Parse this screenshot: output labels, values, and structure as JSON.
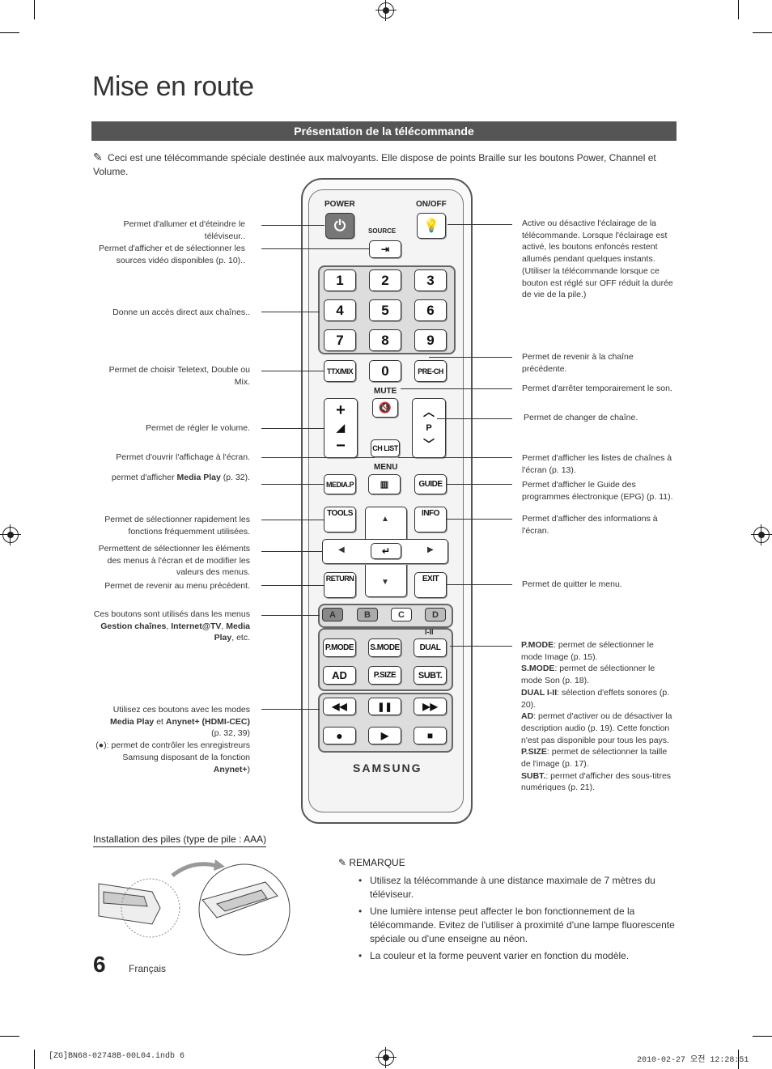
{
  "page": {
    "title": "Mise en route",
    "section_title": "Présentation de la télécommande",
    "intro": "Ceci est une télécommande spéciale destinée aux malvoyants. Elle dispose de points Braille sur les boutons Power, Channel et Volume.",
    "page_number": "6",
    "language": "Français",
    "footer_left": "[ZG]BN68-02748B-00L04.indb   6",
    "footer_right": "2010-02-27   오전 12:28:51"
  },
  "remote": {
    "power": "POWER",
    "onoff": "ON/OFF",
    "source": "SOURCE",
    "numbers": [
      "1",
      "2",
      "3",
      "4",
      "5",
      "6",
      "7",
      "8",
      "9",
      "0"
    ],
    "ttx": "TTX/MIX",
    "prech": "PRE-CH",
    "mute": "MUTE",
    "p": "P",
    "chlist": "CH LIST",
    "menu": "MENU",
    "mediap": "MEDIA.P",
    "guide": "GUIDE",
    "tools": "TOOLS",
    "info": "INFO",
    "return": "RETURN",
    "exit": "EXIT",
    "colors": [
      "A",
      "B",
      "C",
      "D"
    ],
    "dual_symbol": "I-II",
    "pmode": "P.MODE",
    "smode": "S.MODE",
    "dual": "DUAL",
    "ad": "AD",
    "psize": "P.SIZE",
    "subt": "SUBT.",
    "brand": "SAMSUNG"
  },
  "left_labels": {
    "power": "Permet d'allumer et d'éteindre le téléviseur..",
    "source": "Permet d'afficher et de sélectionner les sources vidéo disponibles (p. 10)..",
    "numbers": "Donne un accès direct aux chaînes..",
    "ttx": "Permet de choisir Teletext, Double ou Mix.",
    "volume": "Permet de régler le volume.",
    "menu": "Permet d'ouvrir l'affichage à l'écran.",
    "mediap_pre": "permet d'afficher ",
    "mediap_bold": "Media Play",
    "mediap_post": " (p. 32).",
    "tools": "Permet de sélectionner rapidement les fonctions fréquemment utilisées.",
    "nav": "Permettent de sélectionner les éléments des menus à l'écran et de modifier les valeurs des menus.",
    "return": "Permet de revenir au menu précédent.",
    "colors_pre": "Ces boutons sont utilisés dans les menus ",
    "colors_b1": "Gestion chaînes",
    "colors_b2": "Internet@TV",
    "colors_b3": "Media Play",
    "colors_post": ", etc.",
    "playback_1": "Utilisez ces boutons avec les modes",
    "playback_b1": "Media Play",
    "playback_mid": " et ",
    "playback_b2": "Anynet+ (HDMI-CEC)",
    "playback_2": "(p. 32, 39)",
    "playback_3": ": permet de contrôler les enregistreurs Samsung disposant de la fonction ",
    "playback_b3": "Anynet+"
  },
  "right_labels": {
    "onoff": "Active ou désactive l'éclairage de la télécommande. Lorsque l'éclairage est activé, les boutons enfoncés restent allumés pendant quelques instants. (Utiliser la télécommande lorsque ce bouton est réglé sur OFF réduit la durée de vie de la pile.)",
    "prech": "Permet de revenir à la chaîne précédente.",
    "mute": "Permet d'arrêter temporairement le son.",
    "channel": "Permet de changer de chaîne.",
    "chlist": "Permet d'afficher les listes de chaînes à l'écran (p. 13).",
    "guide": "Permet d'afficher le Guide des programmes électronique (EPG) (p. 11).",
    "info": "Permet d'afficher des informations à l'écran.",
    "exit": "Permet de quitter le menu.",
    "pmode_b": "P.MODE",
    "pmode": ": permet de sélectionner le mode Image (p. 15).",
    "smode_b": "S.MODE",
    "smode": ": permet de sélectionner le mode Son (p. 18).",
    "dual_b": "DUAL I-II",
    "dual": ": sélection d'effets sonores (p. 20).",
    "ad_b": "AD",
    "ad": ": permet d'activer ou de désactiver la description audio (p. 19). Cette fonction n'est pas disponible pour tous les pays.",
    "psize_b": "P.SIZE",
    "psize": ": permet de sélectionner la taille de l'image (p. 17).",
    "subt_b": "SUBT.",
    "subt": ": permet d'afficher des sous-titres numériques (p. 21)."
  },
  "batteries": {
    "heading": "Installation des piles (type de pile : AAA)",
    "note_head": "REMARQUE",
    "notes": [
      "Utilisez la télécommande à une distance maximale de 7 mètres du téléviseur.",
      "Une lumière intense peut affecter le bon fonctionnement de la télécommande. Evitez de l'utiliser à proximité d'une lampe fluorescente spéciale ou d'une enseigne au néon.",
      "La couleur et la forme peuvent varier en fonction du modèle."
    ]
  }
}
